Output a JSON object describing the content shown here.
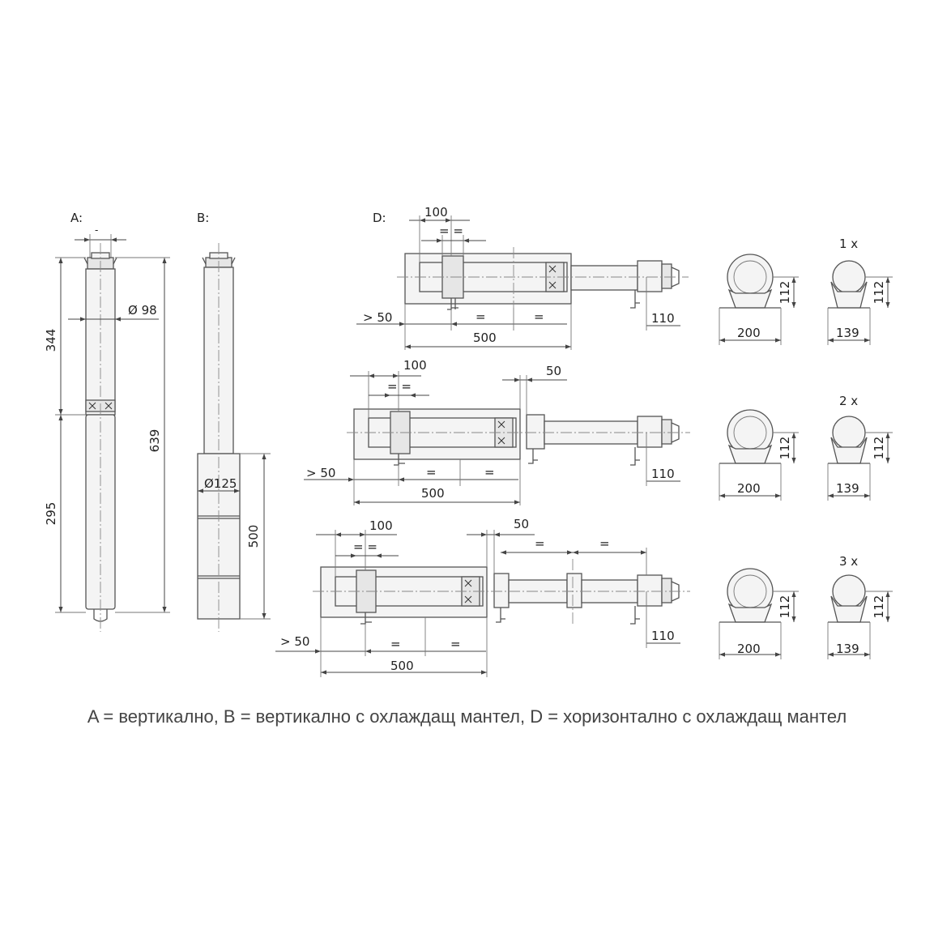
{
  "view_a": {
    "label": "A:",
    "dim_top": "-",
    "dim_diameter": "Ø 98",
    "dim_upper": "344",
    "dim_lower": "295",
    "dim_total": "639"
  },
  "view_b": {
    "label": "B:",
    "dim_diameter": "Ø125",
    "dim_height": "500"
  },
  "view_d": {
    "label": "D:",
    "rows": [
      {
        "dim_clamp": "100",
        "dim_eq_top": "= =",
        "dim_min": "> 50",
        "dim_eq_1": "=",
        "dim_eq_2": "=",
        "dim_total": "500",
        "dim_height": "110",
        "dim_offset": ""
      },
      {
        "dim_clamp": "100",
        "dim_eq_top": "= =",
        "dim_min": "> 50",
        "dim_eq_1": "=",
        "dim_eq_2": "=",
        "dim_total": "500",
        "dim_height": "110",
        "dim_offset": "50"
      },
      {
        "dim_clamp": "100",
        "dim_eq_top": "= =",
        "dim_min": "> 50",
        "dim_eq_1": "=",
        "dim_eq_2": "=",
        "dim_total": "500",
        "dim_height": "110",
        "dim_offset": "50",
        "dim_span_1": "=",
        "dim_span_2": "="
      }
    ]
  },
  "supports": {
    "rows": [
      {
        "count": "1 x",
        "width_a": "200",
        "height_a": "112",
        "width_b": "139",
        "height_b": "112"
      },
      {
        "count": "2 x",
        "width_a": "200",
        "height_a": "112",
        "width_b": "139",
        "height_b": "112"
      },
      {
        "count": "3 x",
        "width_a": "200",
        "height_a": "112",
        "width_b": "139",
        "height_b": "112"
      }
    ]
  },
  "caption": "A = вертикално, B = вертикално с охлаждащ мантел, D = хоризонтално с охлаждащ мантел"
}
